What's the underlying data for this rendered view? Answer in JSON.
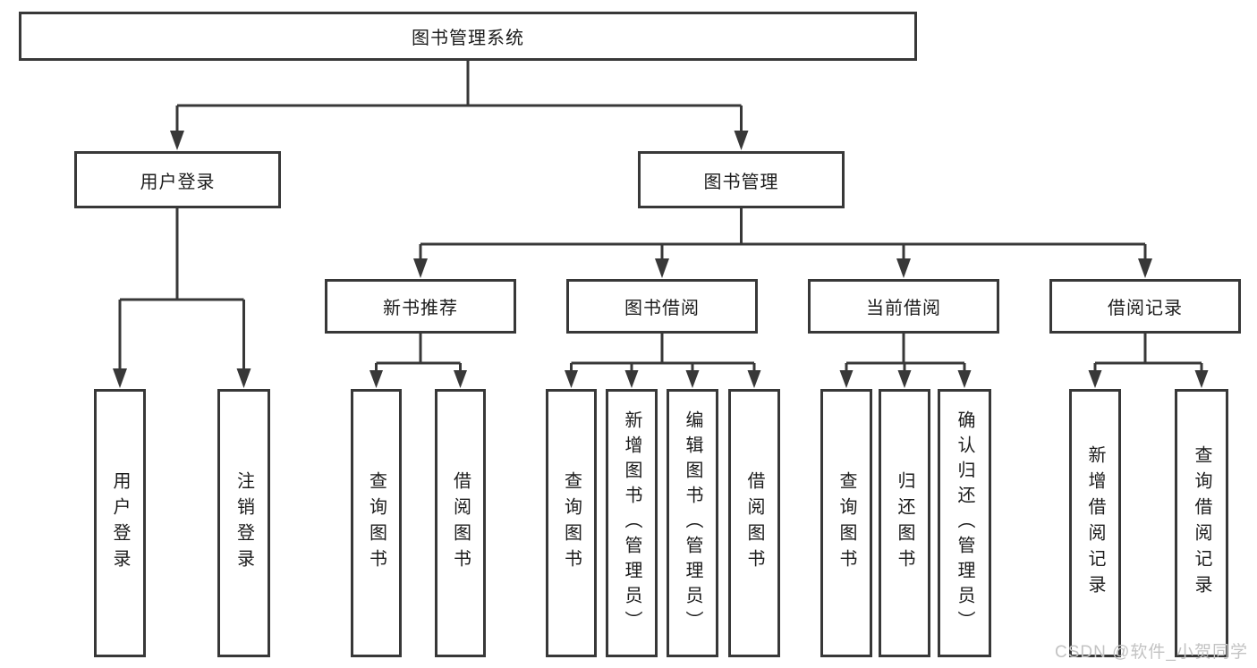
{
  "tree": {
    "root": {
      "label": "图书管理系统"
    },
    "branches": [
      {
        "label": "用户登录",
        "children": [
          {
            "label": "用户登录"
          },
          {
            "label": "注销登录"
          }
        ]
      },
      {
        "label": "图书管理",
        "children": [
          {
            "label": "新书推荐",
            "children": [
              {
                "label": "查询图书"
              },
              {
                "label": "借阅图书"
              }
            ]
          },
          {
            "label": "图书借阅",
            "children": [
              {
                "label": "查询图书"
              },
              {
                "label": "新增图书（管理员）"
              },
              {
                "label": "编辑图书（管理员）"
              },
              {
                "label": "借阅图书"
              }
            ]
          },
          {
            "label": "当前借阅",
            "children": [
              {
                "label": "查询图书"
              },
              {
                "label": "归还图书"
              },
              {
                "label": "确认归还（管理员）"
              }
            ]
          },
          {
            "label": "借阅记录",
            "children": [
              {
                "label": "新增借阅记录"
              },
              {
                "label": "查询借阅记录"
              }
            ]
          }
        ]
      }
    ]
  },
  "watermark": {
    "text": "CSDN @软件_小贺同学"
  },
  "colors": {
    "line": "#383838",
    "text": "#1c1c1c",
    "watermark": "#c3c3c3",
    "background": "#ffffff"
  }
}
